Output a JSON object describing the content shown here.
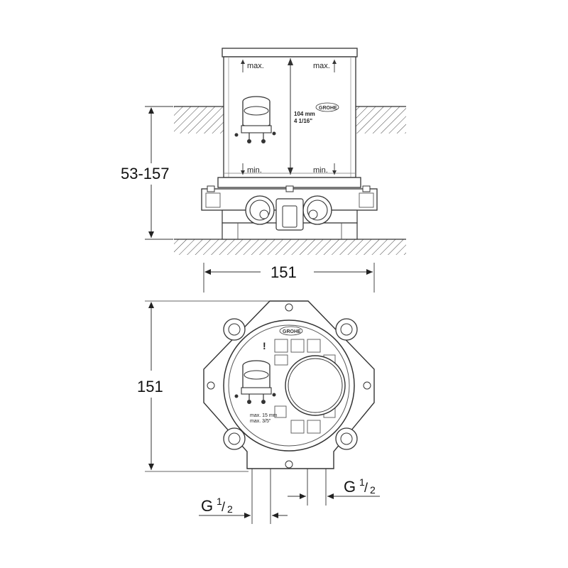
{
  "side_view": {
    "height_dim": "53-157",
    "max_left": "max.",
    "max_right": "max.",
    "min_left": "min.",
    "min_right": "min.",
    "inner_dim_mm": "104 mm",
    "inner_dim_in": "4 1/16\"",
    "logo": "GROHE"
  },
  "top_view": {
    "width_dim": "151",
    "height_dim": "151",
    "logo": "GROHE",
    "note_line1": "max. 15 mm",
    "note_line2": "max. 3/5\"",
    "warning": "!"
  },
  "ports": {
    "left_label_main": "G",
    "left_label_sup": "1",
    "left_label_sub": "2",
    "right_label_main": "G",
    "right_label_sup": "1",
    "right_label_sub": "2"
  }
}
